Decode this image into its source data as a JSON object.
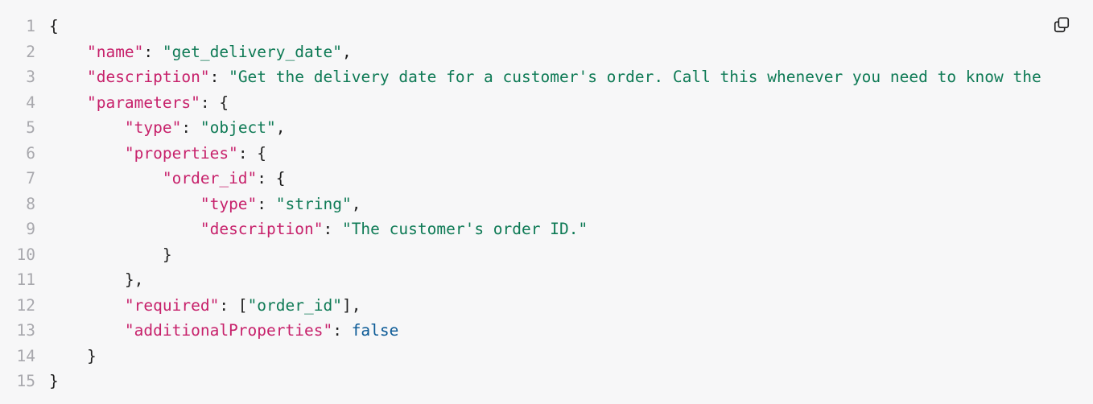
{
  "code": {
    "language": "json",
    "lines": [
      {
        "num": "1",
        "indent": "",
        "tokens": [
          {
            "t": "pun",
            "v": "{"
          }
        ]
      },
      {
        "num": "2",
        "indent": "    ",
        "tokens": [
          {
            "t": "key",
            "v": "\"name\""
          },
          {
            "t": "pun",
            "v": ": "
          },
          {
            "t": "str",
            "v": "\"get_delivery_date\""
          },
          {
            "t": "pun",
            "v": ","
          }
        ]
      },
      {
        "num": "3",
        "indent": "    ",
        "tokens": [
          {
            "t": "key",
            "v": "\"description\""
          },
          {
            "t": "pun",
            "v": ": "
          },
          {
            "t": "str",
            "v": "\"Get the delivery date for a customer's order. Call this whenever you need to know the"
          }
        ]
      },
      {
        "num": "4",
        "indent": "    ",
        "tokens": [
          {
            "t": "key",
            "v": "\"parameters\""
          },
          {
            "t": "pun",
            "v": ": {"
          }
        ]
      },
      {
        "num": "5",
        "indent": "        ",
        "tokens": [
          {
            "t": "key",
            "v": "\"type\""
          },
          {
            "t": "pun",
            "v": ": "
          },
          {
            "t": "str",
            "v": "\"object\""
          },
          {
            "t": "pun",
            "v": ","
          }
        ]
      },
      {
        "num": "6",
        "indent": "        ",
        "tokens": [
          {
            "t": "key",
            "v": "\"properties\""
          },
          {
            "t": "pun",
            "v": ": {"
          }
        ]
      },
      {
        "num": "7",
        "indent": "            ",
        "tokens": [
          {
            "t": "key",
            "v": "\"order_id\""
          },
          {
            "t": "pun",
            "v": ": {"
          }
        ]
      },
      {
        "num": "8",
        "indent": "                ",
        "tokens": [
          {
            "t": "key",
            "v": "\"type\""
          },
          {
            "t": "pun",
            "v": ": "
          },
          {
            "t": "str",
            "v": "\"string\""
          },
          {
            "t": "pun",
            "v": ","
          }
        ]
      },
      {
        "num": "9",
        "indent": "                ",
        "tokens": [
          {
            "t": "key",
            "v": "\"description\""
          },
          {
            "t": "pun",
            "v": ": "
          },
          {
            "t": "str",
            "v": "\"The customer's order ID.\""
          }
        ]
      },
      {
        "num": "10",
        "indent": "            ",
        "tokens": [
          {
            "t": "pun",
            "v": "}"
          }
        ]
      },
      {
        "num": "11",
        "indent": "        ",
        "tokens": [
          {
            "t": "pun",
            "v": "},"
          }
        ]
      },
      {
        "num": "12",
        "indent": "        ",
        "tokens": [
          {
            "t": "key",
            "v": "\"required\""
          },
          {
            "t": "pun",
            "v": ": ["
          },
          {
            "t": "str",
            "v": "\"order_id\""
          },
          {
            "t": "pun",
            "v": "],"
          }
        ]
      },
      {
        "num": "13",
        "indent": "        ",
        "tokens": [
          {
            "t": "key",
            "v": "\"additionalProperties\""
          },
          {
            "t": "pun",
            "v": ": "
          },
          {
            "t": "kw",
            "v": "false"
          }
        ]
      },
      {
        "num": "14",
        "indent": "    ",
        "tokens": [
          {
            "t": "pun",
            "v": "}"
          }
        ]
      },
      {
        "num": "15",
        "indent": "",
        "tokens": [
          {
            "t": "pun",
            "v": "}"
          }
        ]
      }
    ]
  },
  "copy_button": {
    "icon": "copy-icon"
  },
  "colors": {
    "background": "#f7f7f8",
    "line_number": "#a8a8ad",
    "key": "#c7216b",
    "string": "#0e7a55",
    "keyword": "#0b5a96",
    "punctuation": "#1f1f1f"
  }
}
